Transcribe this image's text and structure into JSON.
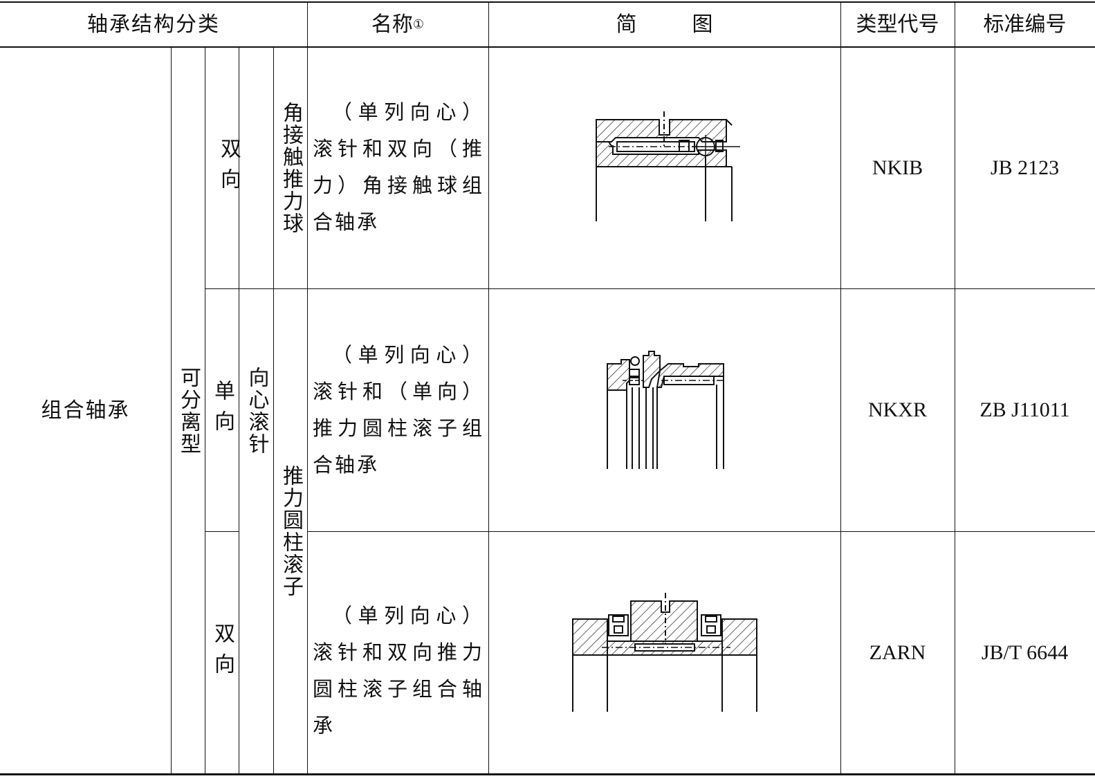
{
  "header": {
    "classification": "轴承结构分类",
    "name": "名称",
    "name_sup": "①",
    "diagram_a": "简",
    "diagram_b": "图",
    "type_code": "类型代号",
    "standard": "标准编号"
  },
  "group": {
    "category": "组合轴承",
    "separable": "可分离型",
    "radial": "向心滚针",
    "thrust_ball": "角接触推力球",
    "thrust_roller": "推力圆柱滚子"
  },
  "rows": [
    {
      "direction": "双向",
      "name": "（单列向心）滚针和双向（推力）角接触球组合轴承",
      "code": "NKIB",
      "standard": "JB 2123"
    },
    {
      "direction": "单向",
      "name": "（单列向心）滚针和（单向）推力圆柱滚子组合轴承",
      "code": "NKXR",
      "standard": "ZB J11011"
    },
    {
      "direction": "双向",
      "name": "（单列向心）滚针和双向推力圆柱滚子组合轴承",
      "code": "ZARN",
      "standard": "JB/T 6644"
    }
  ]
}
